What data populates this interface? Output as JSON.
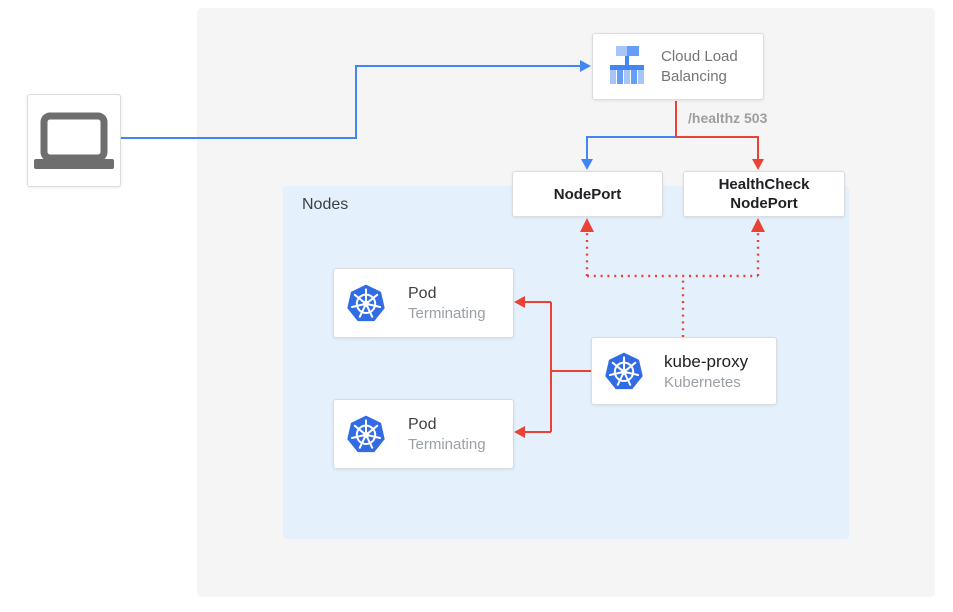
{
  "colors": {
    "blue": "#4285F4",
    "red": "#EA4335",
    "panel_bg": "#F5F5F5",
    "nodes_bg": "#E4F1FC",
    "card_border": "#DADCE0",
    "k8s_blue": "#326CE5",
    "lb_icon_light": "#A6C5FA",
    "lb_icon_mid": "#669DF6",
    "lb_icon_dark": "#4285F4",
    "laptop_gray": "#6E6E6E",
    "title_text": "#3C4043",
    "muted_text": "#9AA0A6"
  },
  "nodes_group": {
    "label": "Nodes"
  },
  "client": {
    "icon": "laptop-icon"
  },
  "load_balancer": {
    "label": "Cloud Load Balancing",
    "icon": "cloud-load-balancing-icon"
  },
  "nodeport": {
    "label": "NodePort"
  },
  "healthcheck_nodeport": {
    "label_line1": "HealthCheck",
    "label_line2": "NodePort"
  },
  "pods": [
    {
      "title": "Pod",
      "subtitle": "Terminating",
      "icon": "kubernetes-icon"
    },
    {
      "title": "Pod",
      "subtitle": "Terminating",
      "icon": "kubernetes-icon"
    }
  ],
  "kube_proxy": {
    "title": "kube-proxy",
    "subtitle": "Kubernetes",
    "icon": "kubernetes-icon"
  },
  "edges": [
    {
      "id": "client-to-load-balancer",
      "from": "client",
      "to": "cloud-load-balancing",
      "color": "blue",
      "style": "solid"
    },
    {
      "id": "load-balancer-to-nodeport",
      "from": "cloud-load-balancing",
      "to": "nodeport",
      "color": "blue",
      "style": "solid"
    },
    {
      "id": "load-balancer-to-healthcheck-nodeport",
      "from": "cloud-load-balancing",
      "to": "healthcheck-nodeport",
      "color": "red",
      "style": "solid",
      "label": "/healthz 503"
    },
    {
      "id": "kube-proxy-to-nodeport",
      "from": "kube-proxy",
      "to": "nodeport",
      "color": "red",
      "style": "dotted"
    },
    {
      "id": "kube-proxy-to-healthcheck-nodeport",
      "from": "kube-proxy",
      "to": "healthcheck-nodeport",
      "color": "red",
      "style": "dotted"
    },
    {
      "id": "kube-proxy-to-pod-1",
      "from": "kube-proxy",
      "to": "pod-1",
      "color": "red",
      "style": "solid"
    },
    {
      "id": "kube-proxy-to-pod-2",
      "from": "kube-proxy",
      "to": "pod-2",
      "color": "red",
      "style": "solid"
    }
  ]
}
